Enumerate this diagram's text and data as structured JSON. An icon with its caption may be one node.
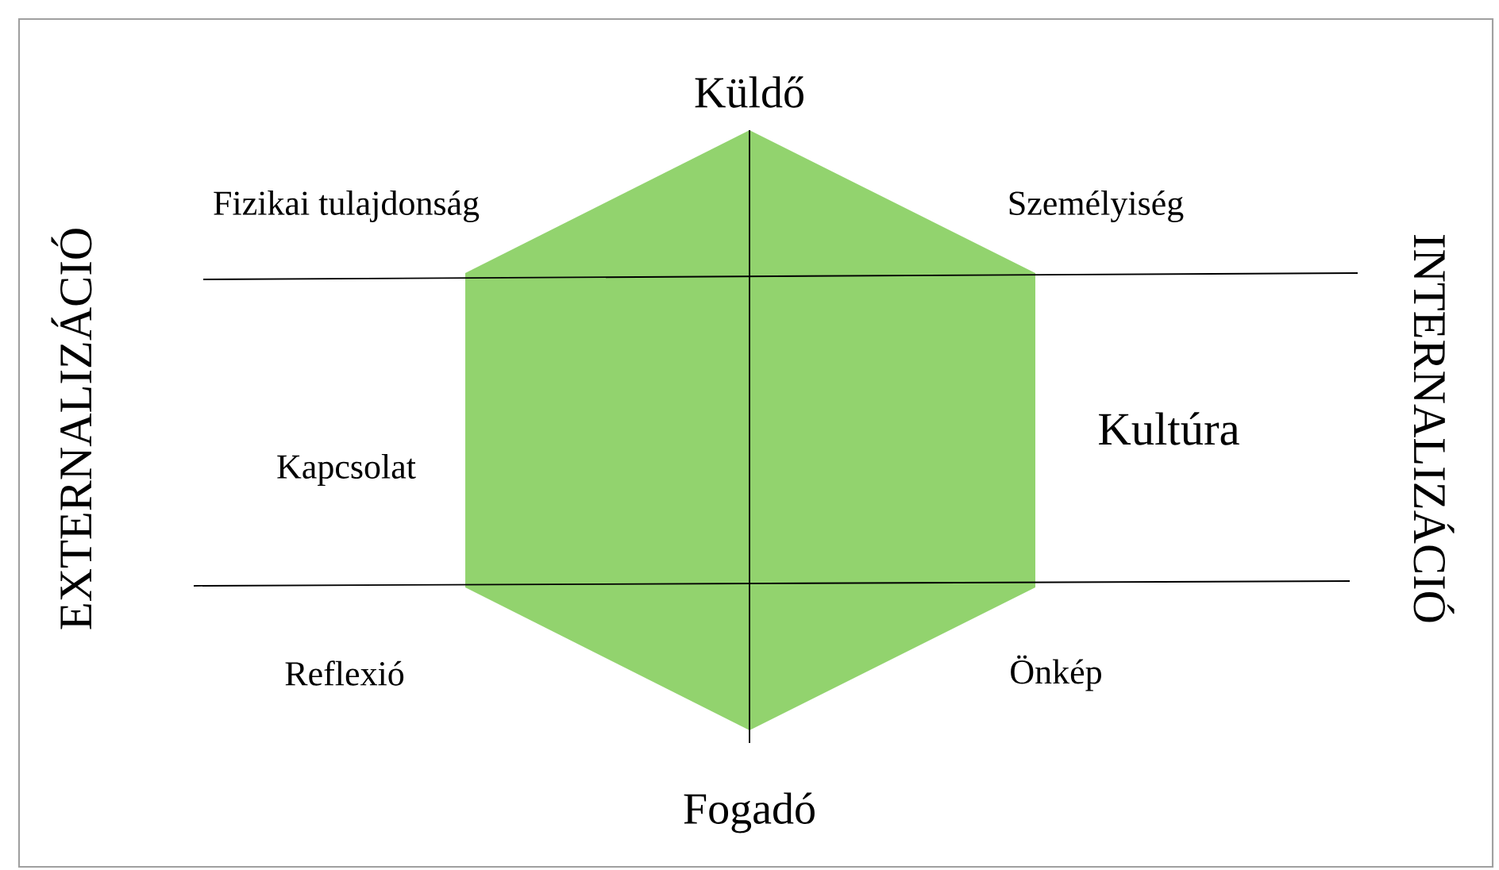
{
  "diagram": {
    "labels": [
      "Küldő",
      "EXTERNALIZÁCIÓ",
      "Fizikai tulajdonság",
      "Személyiség",
      "INTERNALIZÁCIÓ",
      "Kultúra",
      "Kapcsolat",
      "Reflexió",
      "Önkép",
      "Fogadó"
    ]
  }
}
